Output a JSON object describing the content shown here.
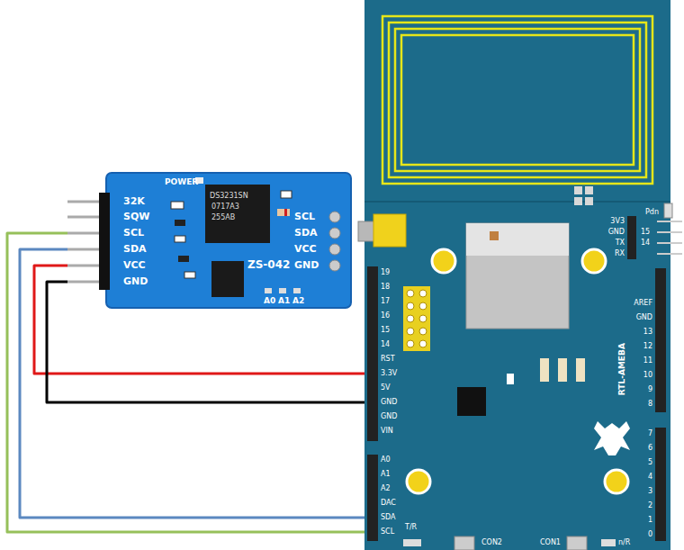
{
  "diagram": {
    "nodes": [
      {
        "text": [
          "32K",
          "SQW",
          "SCL",
          "SDA",
          "VCC",
          "GND",
          "POWER",
          "DS3231SN",
          "0717A3",
          "255AB",
          "ZS-042",
          "SCL",
          "SDA",
          "VCC",
          "GND",
          "A0",
          "A1",
          "A2"
        ]
      },
      {
        "text": [
          "3V3",
          "GND",
          "TX",
          "RX",
          "15",
          "14",
          "Pdn",
          "19",
          "18",
          "17",
          "16",
          "15",
          "14",
          "RST",
          "3.3V",
          "5V",
          "GND",
          "GND",
          "VIN",
          "A0",
          "A1",
          "A2",
          "DAC",
          "SDA",
          "SCL",
          "AREF",
          "GND",
          "13",
          "12",
          "11",
          "10",
          "9",
          "8",
          "RTL-AMEBA",
          "7",
          "6",
          "5",
          "4",
          "3",
          "2",
          "1",
          "0",
          "T/R",
          "CON2",
          "CON1",
          "n/R"
        ]
      }
    ],
    "edges": [
      {
        "from": 0,
        "to": 1,
        "arrow": "none"
      },
      {
        "from": 0,
        "to": 1,
        "arrow": "none"
      },
      {
        "from": 0,
        "to": 1,
        "arrow": "none"
      },
      {
        "from": 0,
        "to": 1,
        "arrow": "none"
      }
    ]
  }
}
